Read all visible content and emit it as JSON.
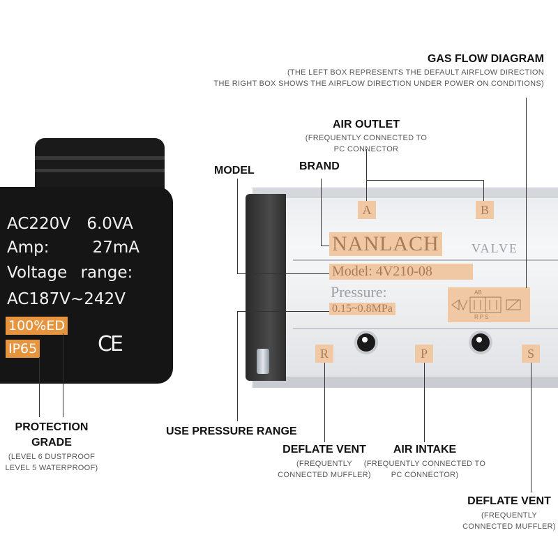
{
  "coil": {
    "line1_a": "AC220V",
    "line1_b": "6.0VA",
    "line2_a": "Amp:",
    "line2_b": "27mA",
    "line3_a": "Voltage",
    "line3_b": "range:",
    "line4": "AC187V~242V",
    "ed_tag": "100%ED",
    "ip_tag": "IP65",
    "ce_mark": "CE"
  },
  "valve": {
    "port_a": "A",
    "port_b": "B",
    "brand": "NANLACH",
    "valve_word": "VALVE",
    "model": "Model: 4V210-08",
    "pressure_label": "Pressure:",
    "pressure_value": "0.15~0.8MPa",
    "symbol_top": "AB",
    "symbol_bottom": "RPS",
    "port_r": "R",
    "port_p": "P",
    "port_s": "S"
  },
  "callouts": {
    "gas_flow": {
      "title": "GAS FLOW DIAGRAM",
      "line1": "(THE LEFT BOX REPRESENTS THE DEFAULT AIRFLOW DIRECTION",
      "line2": "THE RIGHT BOX SHOWS THE AIRFLOW DIRECTION UNDER POWER ON CONDITIONS)"
    },
    "air_outlet": {
      "title": "AIR OUTLET",
      "line1": "(FREQUENTLY CONNECTED TO",
      "line2": "PC CONNECTOR"
    },
    "brand": {
      "title": "BRAND"
    },
    "model": {
      "title": "MODEL"
    },
    "protection": {
      "title1": "PROTECTION",
      "title2": "GRADE",
      "line1": "(LEVEL 6 DUSTPROOF",
      "line2": "LEVEL 5 WATERPROOF)"
    },
    "pressure_range": {
      "title": "USE PRESSURE RANGE"
    },
    "deflate_vent_r": {
      "title": "DEFLATE VENT",
      "line1": "(FREQUENTLY",
      "line2": "CONNECTED MUFFLER)"
    },
    "air_intake": {
      "title": "AIR INTAKE",
      "line1": "(FREQUENTLY CONNECTED TO",
      "line2": "PC CONNECTOR)"
    },
    "deflate_vent_s": {
      "title": "DEFLATE VENT",
      "line1": "(FREQUENTLY",
      "line2": "CONNECTED MUFFLER)"
    }
  },
  "colors": {
    "highlight": "#f0c9a4",
    "coil_tag": "#e6953e",
    "coil_body": "#151515"
  }
}
